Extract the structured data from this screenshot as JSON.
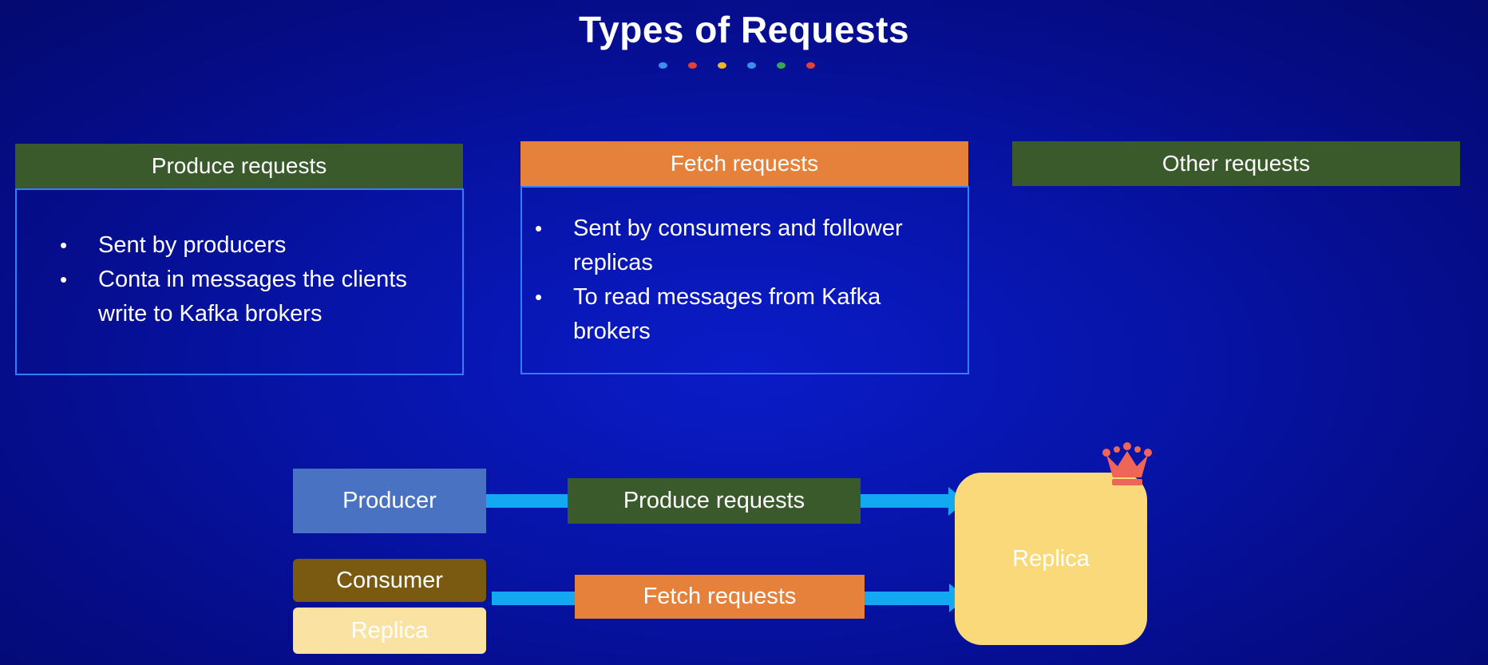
{
  "title": "Types of Requests",
  "title_dots": [
    "#3b8ef0",
    "#e0413a",
    "#f2b624",
    "#3b8ef0",
    "#36a852",
    "#e0413a"
  ],
  "colors": {
    "green_header": "#3a5a2c",
    "orange_header": "#e5813a",
    "card_border": "#2f7fff",
    "producer_box": "#4a72c3",
    "consumer_box": "#7a5a10",
    "replica_small": "#fae3a2",
    "replica_big": "#f9d97a",
    "arrow": "#13a9f2",
    "crown": "#ee6657"
  },
  "cards": [
    {
      "header": "Produce requests",
      "bullets": [
        "Sent by producers",
        "Conta in messages the clients write to Kafka brokers"
      ]
    },
    {
      "header": "Fetch requests",
      "bullets": [
        "Sent by consumers and follower replicas",
        "To read messages from Kafka brokers"
      ]
    },
    {
      "header": "Other requests",
      "bullets": []
    }
  ],
  "diagram": {
    "producer": "Producer",
    "consumer": "Consumer",
    "replica_source": "Replica",
    "produce_label": "Produce requests",
    "fetch_label": "Fetch requests",
    "replica_target": "Replica",
    "crown_icon": "crown-icon"
  }
}
